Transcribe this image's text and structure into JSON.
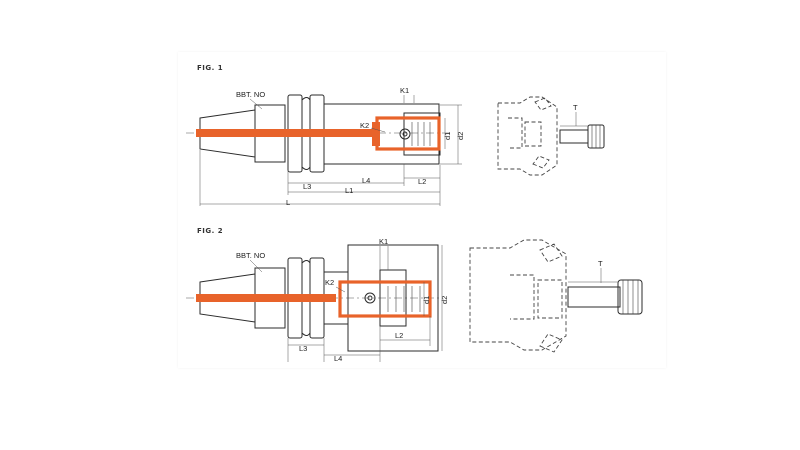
{
  "figures": [
    {
      "title": "FIG. 1",
      "labels": {
        "model": "BBT. NO",
        "k1": "K1",
        "k2": "K2",
        "d1": "d1",
        "d2": "d2",
        "l2": "L2",
        "l3": "L3",
        "l4": "L4",
        "l1": "L1",
        "l": "L",
        "t": "T"
      }
    },
    {
      "title": "FIG. 2",
      "labels": {
        "model": "BBT. NO",
        "k1": "K1",
        "k2": "K2",
        "d1": "d1",
        "d2": "d2",
        "l2": "L2",
        "l3": "L3",
        "l4": "L4",
        "t": "T"
      }
    }
  ]
}
